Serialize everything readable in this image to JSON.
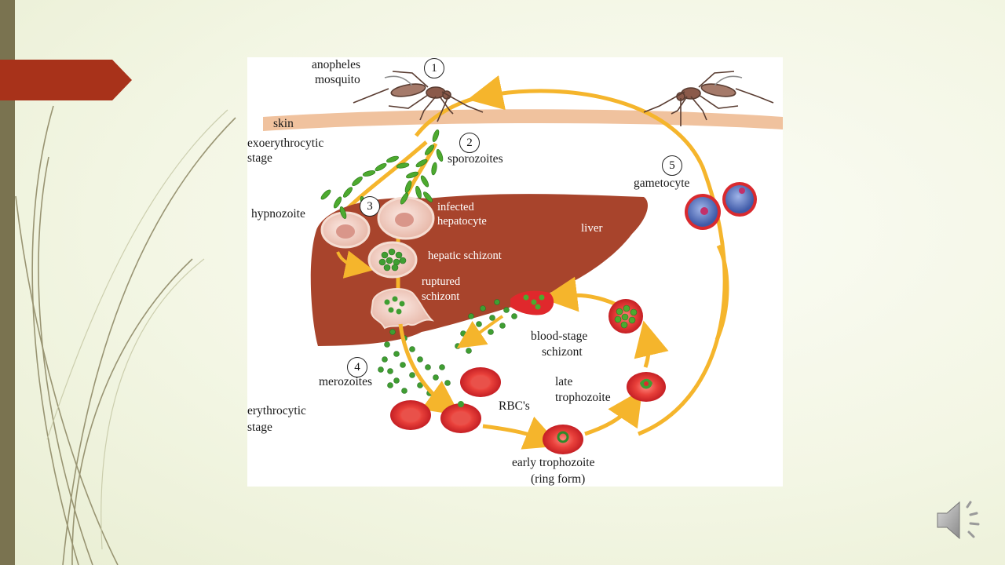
{
  "slide": {
    "accent_color": "#a8321a",
    "side_bar_color": "#7a7350"
  },
  "diagram": {
    "labels": {
      "anopheles": "anopheles",
      "mosquito": "mosquito",
      "skin": "skin",
      "exoerythrocytic": "exoerythrocytic",
      "stage": "stage",
      "sporozoites": "sporozoites",
      "gametocyte": "gametocyte",
      "hypnozoite": "hypnozoite",
      "infected": "infected",
      "hepatocyte": "hepatocyte",
      "liver": "liver",
      "hepatic_schizont": "hepatic schizont",
      "ruptured": "ruptured",
      "schizont": "schizont",
      "blood_stage": "blood-stage",
      "blood_schizont": "schizont",
      "merozoites": "merozoites",
      "late": "late",
      "trophozoite": "trophozoite",
      "rbcs": "RBC's",
      "erythrocytic": "erythrocytic",
      "erythrocytic_stage": "stage",
      "early_trophozoite": "early trophozoite",
      "ring_form": "(ring form)"
    },
    "steps": [
      "1",
      "2",
      "3",
      "4",
      "5"
    ],
    "colors": {
      "arrow": "#f5b52c",
      "liver": "#a8442c",
      "skin": "#f0c29e",
      "rbc": "#e0282c",
      "parasite": "#3f9e32"
    }
  },
  "speaker": {
    "icon": "speaker-icon"
  }
}
